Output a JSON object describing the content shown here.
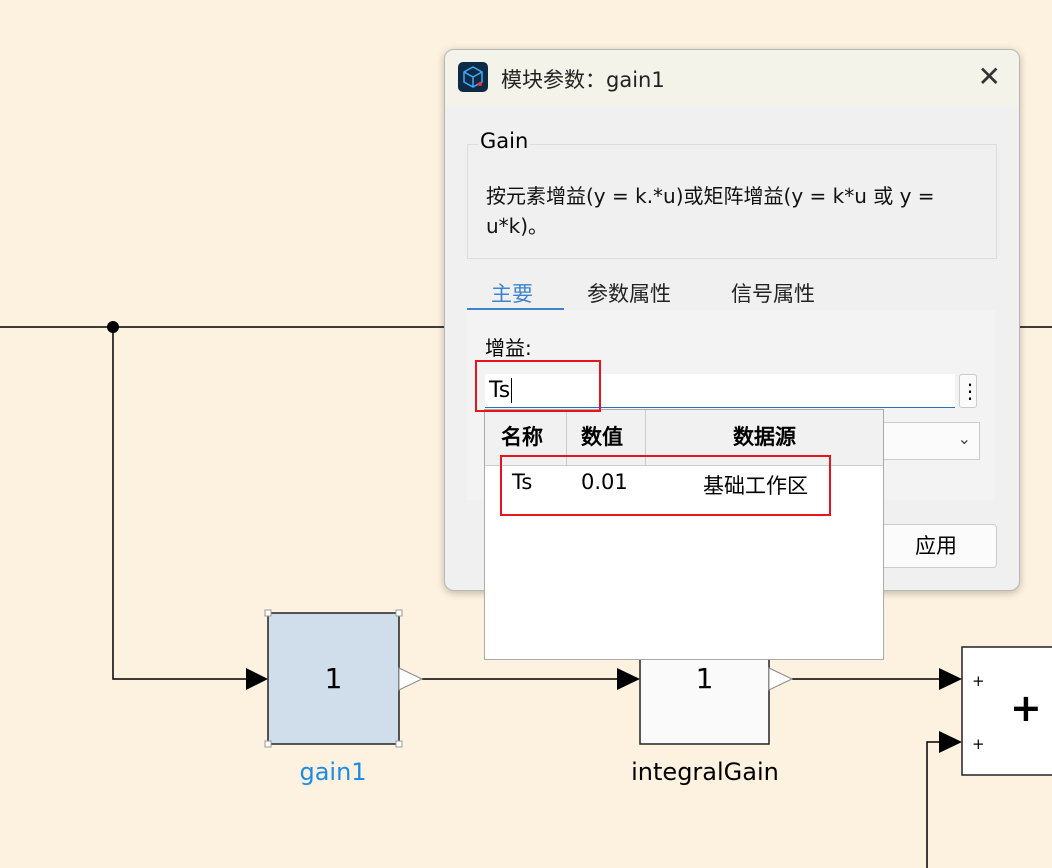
{
  "diagram": {
    "blocks": [
      {
        "id": "gain1",
        "value": "1",
        "label": "gain1",
        "selected": true
      },
      {
        "id": "integralGain",
        "value": "1",
        "label": "integralGain"
      },
      {
        "id": "sum",
        "value": "+",
        "inputs": [
          "+",
          "+"
        ]
      }
    ]
  },
  "dialog": {
    "title": "模块参数：gain1",
    "close": "✕",
    "group_title": "Gain",
    "description": "按元素增益(y = k.*u)或矩阵增益(y = k*u 或 y = u*k)。",
    "tabs": [
      {
        "label": "主要",
        "active": true
      },
      {
        "label": "参数属性"
      },
      {
        "label": "信号属性"
      }
    ],
    "gain_label": "增益:",
    "gain_value": "Ts",
    "more": "⋮",
    "apply": "应用",
    "accent": "#3d84d0"
  },
  "autocomplete": {
    "columns": [
      "名称",
      "数值",
      "数据源"
    ],
    "rows": [
      {
        "name": "Ts",
        "value": "0.01",
        "source": "基础工作区"
      }
    ]
  }
}
